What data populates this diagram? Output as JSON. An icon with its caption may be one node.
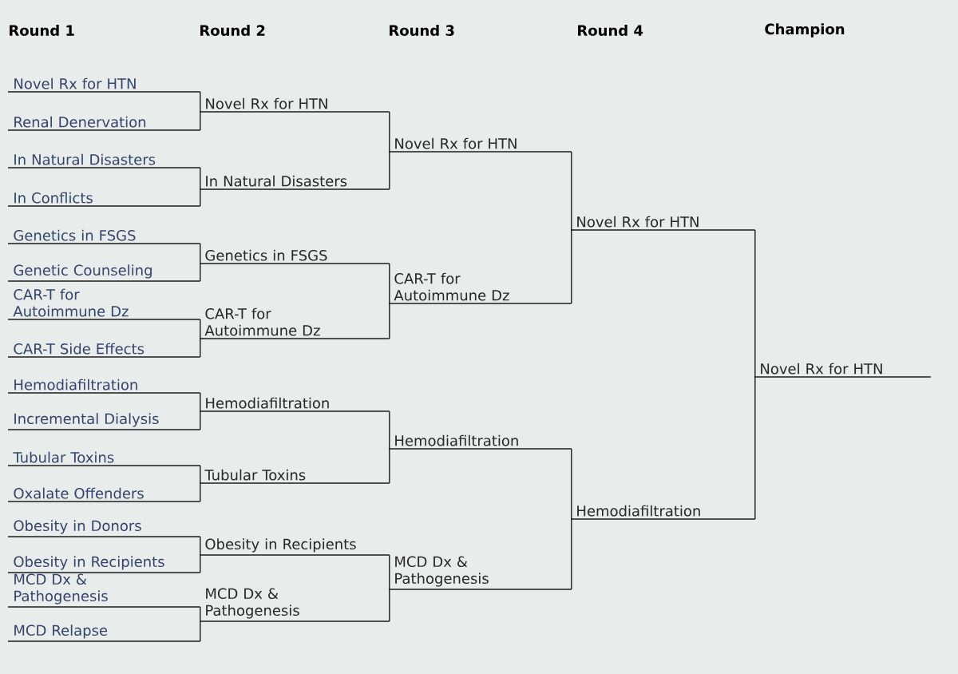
{
  "diagram": {
    "nodes": [
      {
        "text": [
          "Novel Rx for HTN"
        ]
      },
      {
        "text": [
          "Renal Denervation"
        ]
      },
      {
        "text": [
          "In Natural Disasters"
        ]
      },
      {
        "text": [
          "In Conflicts"
        ]
      },
      {
        "text": [
          "Genetics in FSGS"
        ]
      },
      {
        "text": [
          "Genetic Counseling"
        ]
      },
      {
        "text": [
          "CAR-T for Autoimmune Dz"
        ]
      },
      {
        "text": [
          "CAR-T Side Effects"
        ]
      },
      {
        "text": [
          "Hemodiafiltration"
        ]
      },
      {
        "text": [
          "Incremental Dialysis"
        ]
      },
      {
        "text": [
          "Tubular Toxins"
        ]
      },
      {
        "text": [
          "Oxalate Offenders"
        ]
      },
      {
        "text": [
          "Obesity in Donors"
        ]
      },
      {
        "text": [
          "Obesity in Recipients"
        ]
      },
      {
        "text": [
          "MCD Dx & Pathogenesis"
        ]
      },
      {
        "text": [
          "MCD Relapse"
        ]
      },
      {
        "text": [
          "Novel Rx for HTN"
        ]
      },
      {
        "text": [
          "In Natural Disasters"
        ]
      },
      {
        "text": [
          "Genetics in FSGS"
        ]
      },
      {
        "text": [
          "CAR-T for Autoimmune Dz"
        ]
      },
      {
        "text": [
          "Hemodiafiltration"
        ]
      },
      {
        "text": [
          "Tubular Toxins"
        ]
      },
      {
        "text": [
          "Obesity in Recipients"
        ]
      },
      {
        "text": [
          "MCD Dx & Pathogenesis"
        ]
      },
      {
        "text": [
          "Novel Rx for HTN"
        ]
      },
      {
        "text": [
          "CAR-T for Autoimmune Dz"
        ]
      },
      {
        "text": [
          "Hemodiafiltration"
        ]
      },
      {
        "text": [
          "MCD Dx & Pathogenesis"
        ]
      },
      {
        "text": [
          "Novel Rx for HTN"
        ]
      },
      {
        "text": [
          "Hemodiafiltration"
        ]
      },
      {
        "text": [
          "Novel Rx for HTN"
        ]
      }
    ],
    "edges": [
      {
        "from": 0,
        "to": 16,
        "arrow": "none"
      },
      {
        "from": 1,
        "to": 16,
        "arrow": "none"
      },
      {
        "from": 2,
        "to": 17,
        "arrow": "none"
      },
      {
        "from": 3,
        "to": 17,
        "arrow": "none"
      },
      {
        "from": 4,
        "to": 18,
        "arrow": "none"
      },
      {
        "from": 5,
        "to": 18,
        "arrow": "none"
      },
      {
        "from": 6,
        "to": 19,
        "arrow": "none"
      },
      {
        "from": 7,
        "to": 19,
        "arrow": "none"
      },
      {
        "from": 8,
        "to": 20,
        "arrow": "none"
      },
      {
        "from": 9,
        "to": 20,
        "arrow": "none"
      },
      {
        "from": 10,
        "to": 21,
        "arrow": "none"
      },
      {
        "from": 11,
        "to": 21,
        "arrow": "none"
      },
      {
        "from": 12,
        "to": 22,
        "arrow": "none"
      },
      {
        "from": 13,
        "to": 22,
        "arrow": "none"
      },
      {
        "from": 14,
        "to": 23,
        "arrow": "none"
      },
      {
        "from": 15,
        "to": 23,
        "arrow": "none"
      },
      {
        "from": 16,
        "to": 24,
        "arrow": "none"
      },
      {
        "from": 17,
        "to": 24,
        "arrow": "none"
      },
      {
        "from": 18,
        "to": 25,
        "arrow": "none"
      },
      {
        "from": 19,
        "to": 25,
        "arrow": "none"
      },
      {
        "from": 20,
        "to": 26,
        "arrow": "none"
      },
      {
        "from": 21,
        "to": 26,
        "arrow": "none"
      },
      {
        "from": 22,
        "to": 27,
        "arrow": "none"
      },
      {
        "from": 23,
        "to": 27,
        "arrow": "none"
      },
      {
        "from": 24,
        "to": 28,
        "arrow": "none"
      },
      {
        "from": 25,
        "to": 28,
        "arrow": "none"
      },
      {
        "from": 26,
        "to": 29,
        "arrow": "none"
      },
      {
        "from": 27,
        "to": 29,
        "arrow": "none"
      },
      {
        "from": 28,
        "to": 30,
        "arrow": "none"
      },
      {
        "from": 29,
        "to": 30,
        "arrow": "none"
      }
    ],
    "labels": [
      "Round 1",
      "Round 2",
      "Round 3",
      "Round 4",
      "Champion"
    ]
  }
}
